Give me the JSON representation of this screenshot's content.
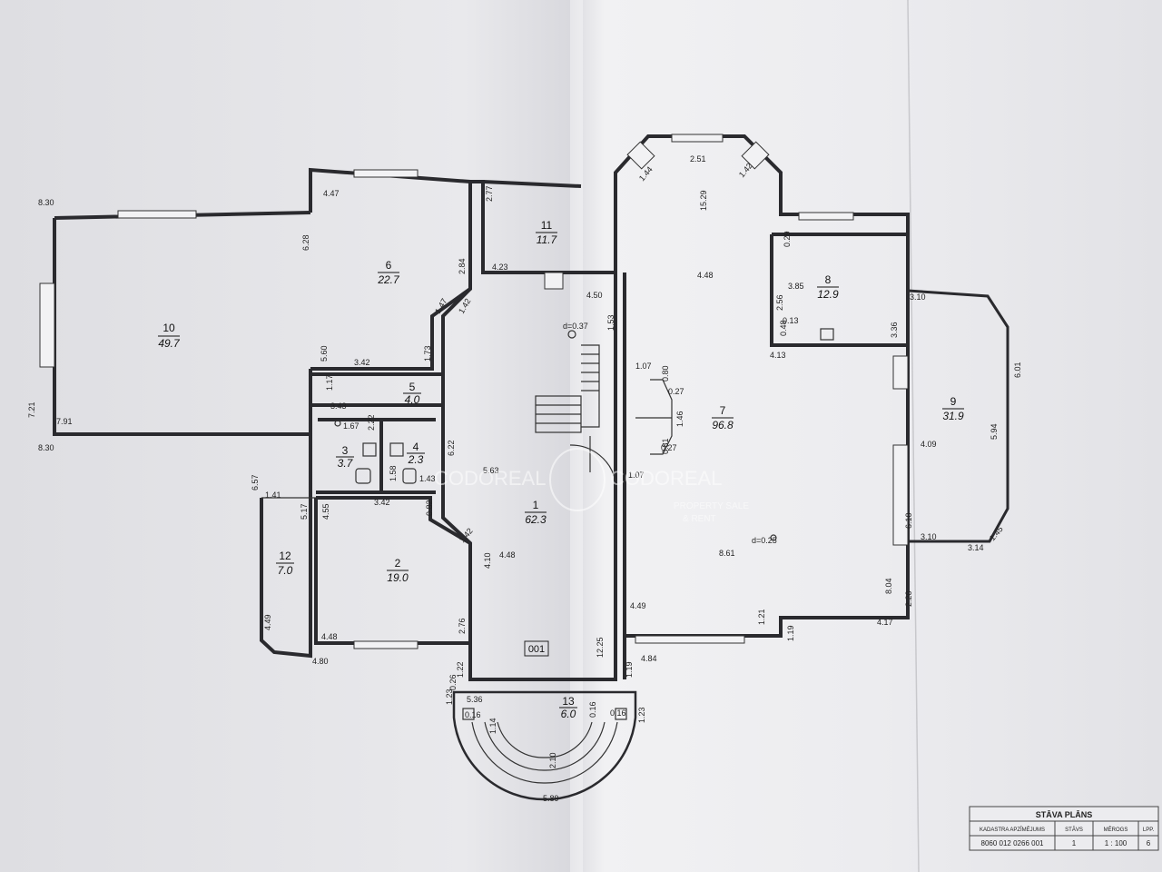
{
  "rooms": [
    {
      "id": "10",
      "no": "10",
      "area": "49.7"
    },
    {
      "id": "6",
      "no": "6",
      "area": "22.7"
    },
    {
      "id": "11",
      "no": "11",
      "area": "11.7"
    },
    {
      "id": "5",
      "no": "5",
      "area": "4.0"
    },
    {
      "id": "3",
      "no": "3",
      "area": "3.7"
    },
    {
      "id": "4",
      "no": "4",
      "area": "2.3"
    },
    {
      "id": "1",
      "no": "1",
      "area": "62.3"
    },
    {
      "id": "2",
      "no": "2",
      "area": "19.0"
    },
    {
      "id": "12",
      "no": "12",
      "area": "7.0"
    },
    {
      "id": "13",
      "no": "13",
      "area": "6.0"
    },
    {
      "id": "7",
      "no": "7",
      "area": "96.8"
    },
    {
      "id": "8",
      "no": "8",
      "area": "12.9"
    },
    {
      "id": "9",
      "no": "9",
      "area": "31.9"
    }
  ],
  "dimensions": {
    "d830a": "8.30",
    "d721": "7.21",
    "d791": "7.91",
    "d830b": "8.30",
    "d628": "6.28",
    "d447": "4.47",
    "d277": "2.77",
    "d284": "2.84",
    "d423": "4.23",
    "d147": "1.47",
    "d142a": "1.42",
    "d173": "1.73",
    "d560": "5.60",
    "d342a": "3.42",
    "d450": "4.50",
    "d117": "1.17",
    "d343": "3.43",
    "d167": "1.67",
    "d222": "2.22",
    "d622": "6.22",
    "d158": "1.58",
    "d143": "1.43",
    "d342b": "3.42",
    "d657": "6.57",
    "d141": "1.41",
    "d517": "5.17",
    "d455": "4.55",
    "d082": "0.82",
    "d142b": "1.42",
    "d449a": "4.49",
    "d448a": "4.48",
    "d480": "4.80",
    "d276": "2.76",
    "d410": "4.10",
    "d448b": "4.48",
    "d563": "5.63",
    "dd037": "d=0.37",
    "d153": "1.53",
    "d1225": "12.25",
    "d122": "1.22",
    "d026": "0.26",
    "d123a": "1.23",
    "d536": "5.36",
    "d016a": "0.16",
    "d016b": "0.16",
    "d016c": "0.16",
    "d114": "1.14",
    "d210": "2.10",
    "d589": "5.89",
    "d123b": "1.23",
    "d119a": "1.19",
    "d144": "1.44",
    "d251": "2.51",
    "d142c": "1.42",
    "d1529": "15.29",
    "d448c": "4.48",
    "d029": "0.29",
    "d385": "3.85",
    "d256": "2.56",
    "d013": "0.13",
    "d048": "0.48",
    "d336": "3.36",
    "d413": "4.13",
    "d107a": "1.07",
    "d080": "0.80",
    "d027a": "0.27",
    "d146": "1.46",
    "d081": "0.81",
    "d027b": "0.27",
    "d107b": "1.07",
    "d861": "8.61",
    "dd025": "d=0.25",
    "d804": "8.04",
    "d449b": "4.49",
    "d121": "1.21",
    "d119b": "1.19",
    "d484": "4.84",
    "d417": "4.17",
    "d220": "2.20",
    "d310a": "3.10",
    "d601": "6.01",
    "d594": "5.94",
    "d409": "4.09",
    "d610": "6.10",
    "d310b": "3.10",
    "d314": "3.14",
    "d145": "1.45"
  },
  "stair_label": "001",
  "watermark": {
    "brand": "CODOREAL",
    "tagline_1": "PROPERTY SALE",
    "tagline_2": "& RENT"
  },
  "title_block": {
    "title": "STĀVA PLĀNS",
    "col_kadastra": "KADASTRA APZĪMĒJUMS",
    "col_stavs": "STĀVS",
    "col_merogs": "MĒROGS",
    "col_lpp": "LPP.",
    "val_kadastra": "8060 012 0266 001",
    "val_stavs": "1",
    "val_merogs": "1 : 100",
    "val_lpp": "6"
  }
}
